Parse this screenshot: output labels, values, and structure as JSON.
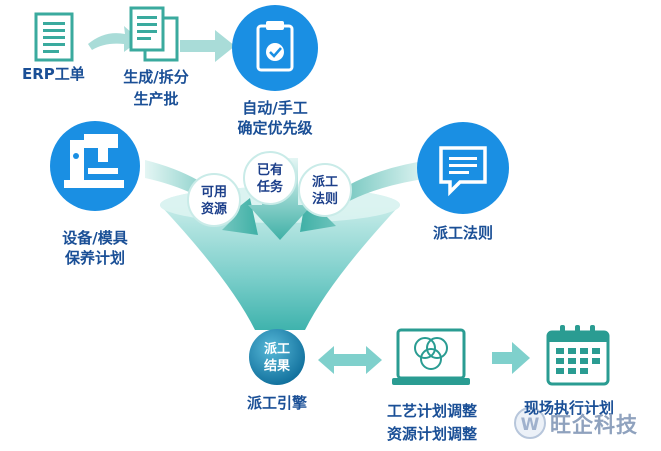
{
  "labels": {
    "erp": "ERP工单",
    "split_1": "生成/拆分",
    "split_2": "生产批",
    "prio_1": "自动/手工",
    "prio_2": "确定优先级",
    "equip_1": "设备/模具",
    "equip_2": "保养计划",
    "dispatch_rule": "派工法则",
    "engine": "派工引擎",
    "plan_1": "工艺计划调整",
    "plan_2": "资源计划调整",
    "field_plan": "现场执行计划"
  },
  "bubbles": {
    "available_1": "可用",
    "available_2": "资源",
    "existing_1": "已有",
    "existing_2": "任务",
    "rule_1": "派工",
    "rule_2": "法则"
  },
  "result": {
    "line_1": "派工",
    "line_2": "结果"
  },
  "watermark": "旺企科技",
  "colors": {
    "primary_blue": "#1a8fe3",
    "teal": "#3aaa9e",
    "light_teal": "#9ed8d6",
    "label_blue": "#1a4f96"
  },
  "icons": [
    "document-icon",
    "documents-icon",
    "clipboard-check-icon",
    "machine-icon",
    "message-icon",
    "monitor-venn-icon",
    "calendar-icon",
    "watermark-logo-icon"
  ]
}
